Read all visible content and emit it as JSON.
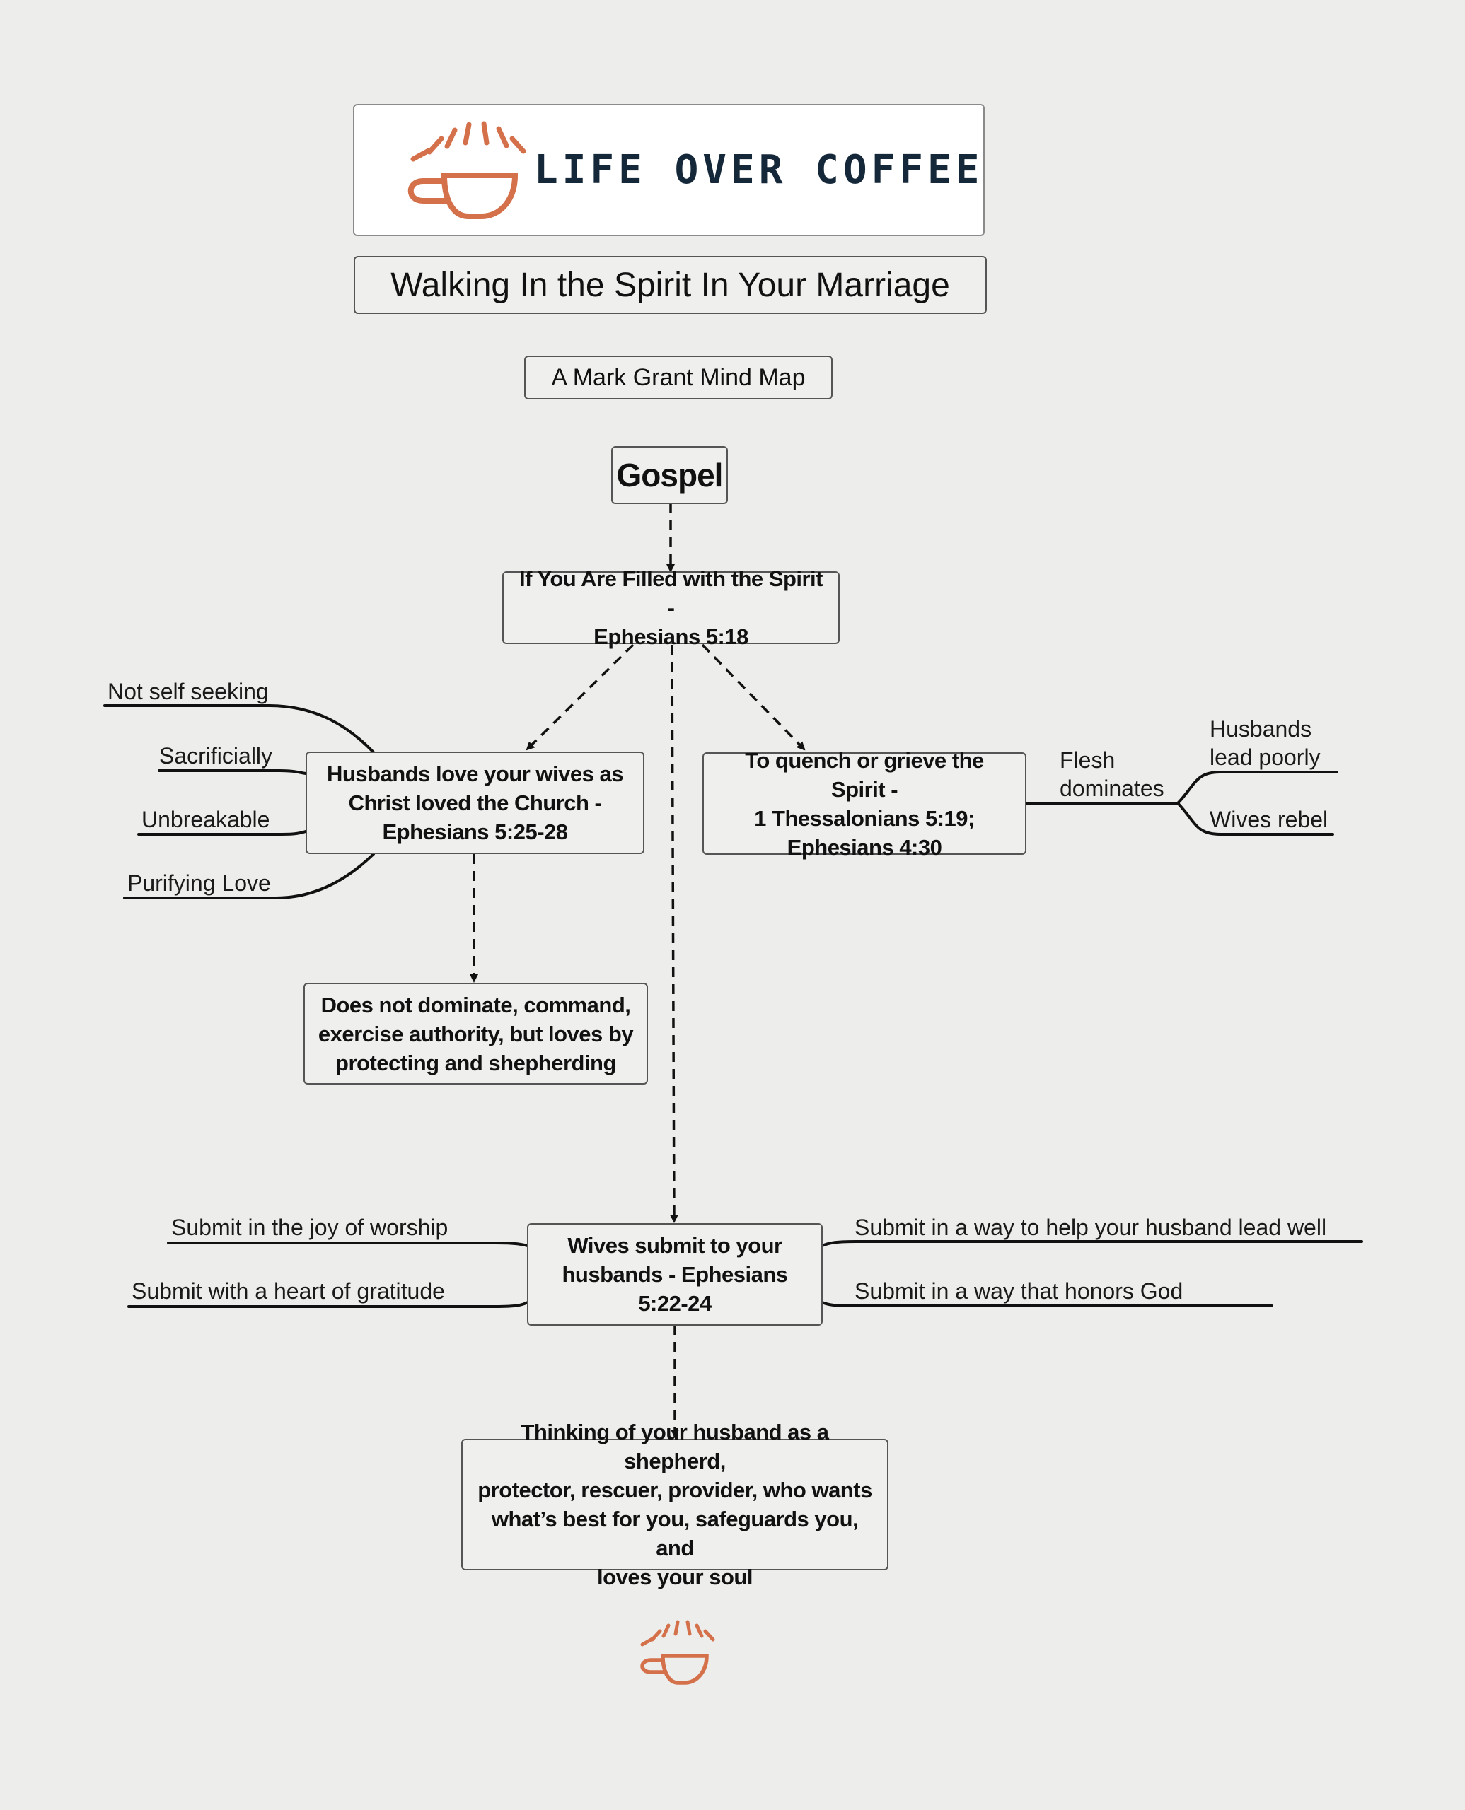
{
  "brand": {
    "name": "LIFE OVER COFFEE",
    "accent_color": "#d4704a",
    "text_color": "#14283a",
    "logo_icon": "coffee-cup-sunrise-icon"
  },
  "header": {
    "title": "Walking In the Spirit In Your Marriage",
    "subtitle": "A Mark Grant Mind Map"
  },
  "nodes": {
    "gospel": "Gospel",
    "spirit": [
      "If You Are Filled with the Spirit -",
      "Ephesians 5:18"
    ],
    "husbands": [
      "Husbands love your wives as",
      "Christ loved the Church -",
      "Ephesians 5:25-28"
    ],
    "quench": [
      "To quench or grieve the Spirit -",
      "1 Thessalonians 5:19;",
      "Ephesians 4:30"
    ],
    "dominate": [
      "Does not dominate, command,",
      "exercise authority, but loves by",
      "protecting and shepherding"
    ],
    "wives": [
      "Wives submit to your",
      "husbands - Ephesians",
      "5:22-24"
    ],
    "thinking": [
      "Thinking of your husband as a shepherd,",
      "protector, rescuer, provider, who wants",
      "what’s best for you, safeguards you, and",
      "loves your soul"
    ]
  },
  "branches": {
    "husbands_left": [
      "Not self seeking",
      "Sacrificially",
      "Unbreakable",
      "Purifying Love"
    ],
    "flesh": {
      "label": [
        "Flesh",
        "dominates"
      ],
      "children": [
        [
          "Husbands",
          "lead poorly"
        ],
        [
          "Wives rebel"
        ]
      ]
    },
    "wives_left": [
      "Submit in the joy of worship",
      "Submit with a heart of gratitude"
    ],
    "wives_right": [
      "Submit in a way to help your husband lead well",
      "Submit in a way that honors God"
    ]
  }
}
